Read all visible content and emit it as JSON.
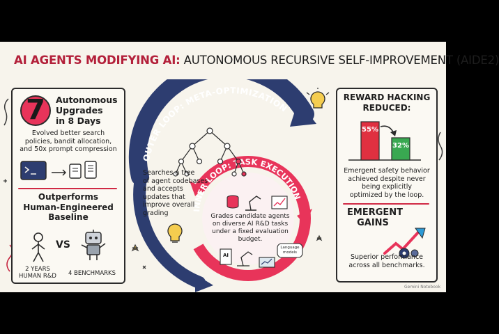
{
  "title": {
    "emphasis": "AI AGENTS MODIFYING AI:",
    "rest": "AUTONOMOUS RECURSIVE SELF-IMPROVEMENT (AIDE2)"
  },
  "left": {
    "big_number": "7",
    "upgrades_lines": [
      "Autonomous",
      "Upgrades",
      "in 8 Days"
    ],
    "evolved_lines": [
      "Evolved better search",
      "policies, bandit allocation,",
      "and 50x prompt compression"
    ],
    "outperforms_lines": [
      "Outperforms",
      "Human-Engineered",
      "Baseline"
    ],
    "vs": "VS",
    "human_caption": [
      "2 YEARS",
      "HUMAN R&D"
    ],
    "robot_caption": "4 BENCHMARKS"
  },
  "center": {
    "outer_loop_label": "OUTER LOOP: META-OPTIMIZATION",
    "inner_loop_label": "INNER LOOP: TASK EXECUTION",
    "outer_desc": [
      "Searches a tree",
      "of agent codebases",
      "and accepts",
      "updates that",
      "improve overall",
      "grading"
    ],
    "inner_desc": [
      "Grades candidate agents",
      "on diverse AI R&D tasks",
      "under a fixed evaluation",
      "budget."
    ],
    "doc_label": "AI",
    "bubble_label": [
      "Language",
      "models"
    ]
  },
  "right": {
    "reward_title": [
      "REWARD HACKING",
      "REDUCED:"
    ],
    "bar_before": "55%",
    "bar_after": "32%",
    "reward_desc": [
      "Emergent safety behavior",
      "achieved despite never",
      "being explicitly",
      "optimized by the loop."
    ],
    "emergent_title": [
      "EMERGENT",
      "GAINS"
    ],
    "emergent_desc": [
      "Superior performance",
      "across all benchmarks."
    ]
  },
  "watermark": "Gemini Notebook",
  "colors": {
    "accent_red": "#d0233f",
    "outer_blue": "#2d3d70",
    "pink_inner": "#e8345a",
    "bar_red": "#e03040",
    "bar_green": "#39a851"
  }
}
